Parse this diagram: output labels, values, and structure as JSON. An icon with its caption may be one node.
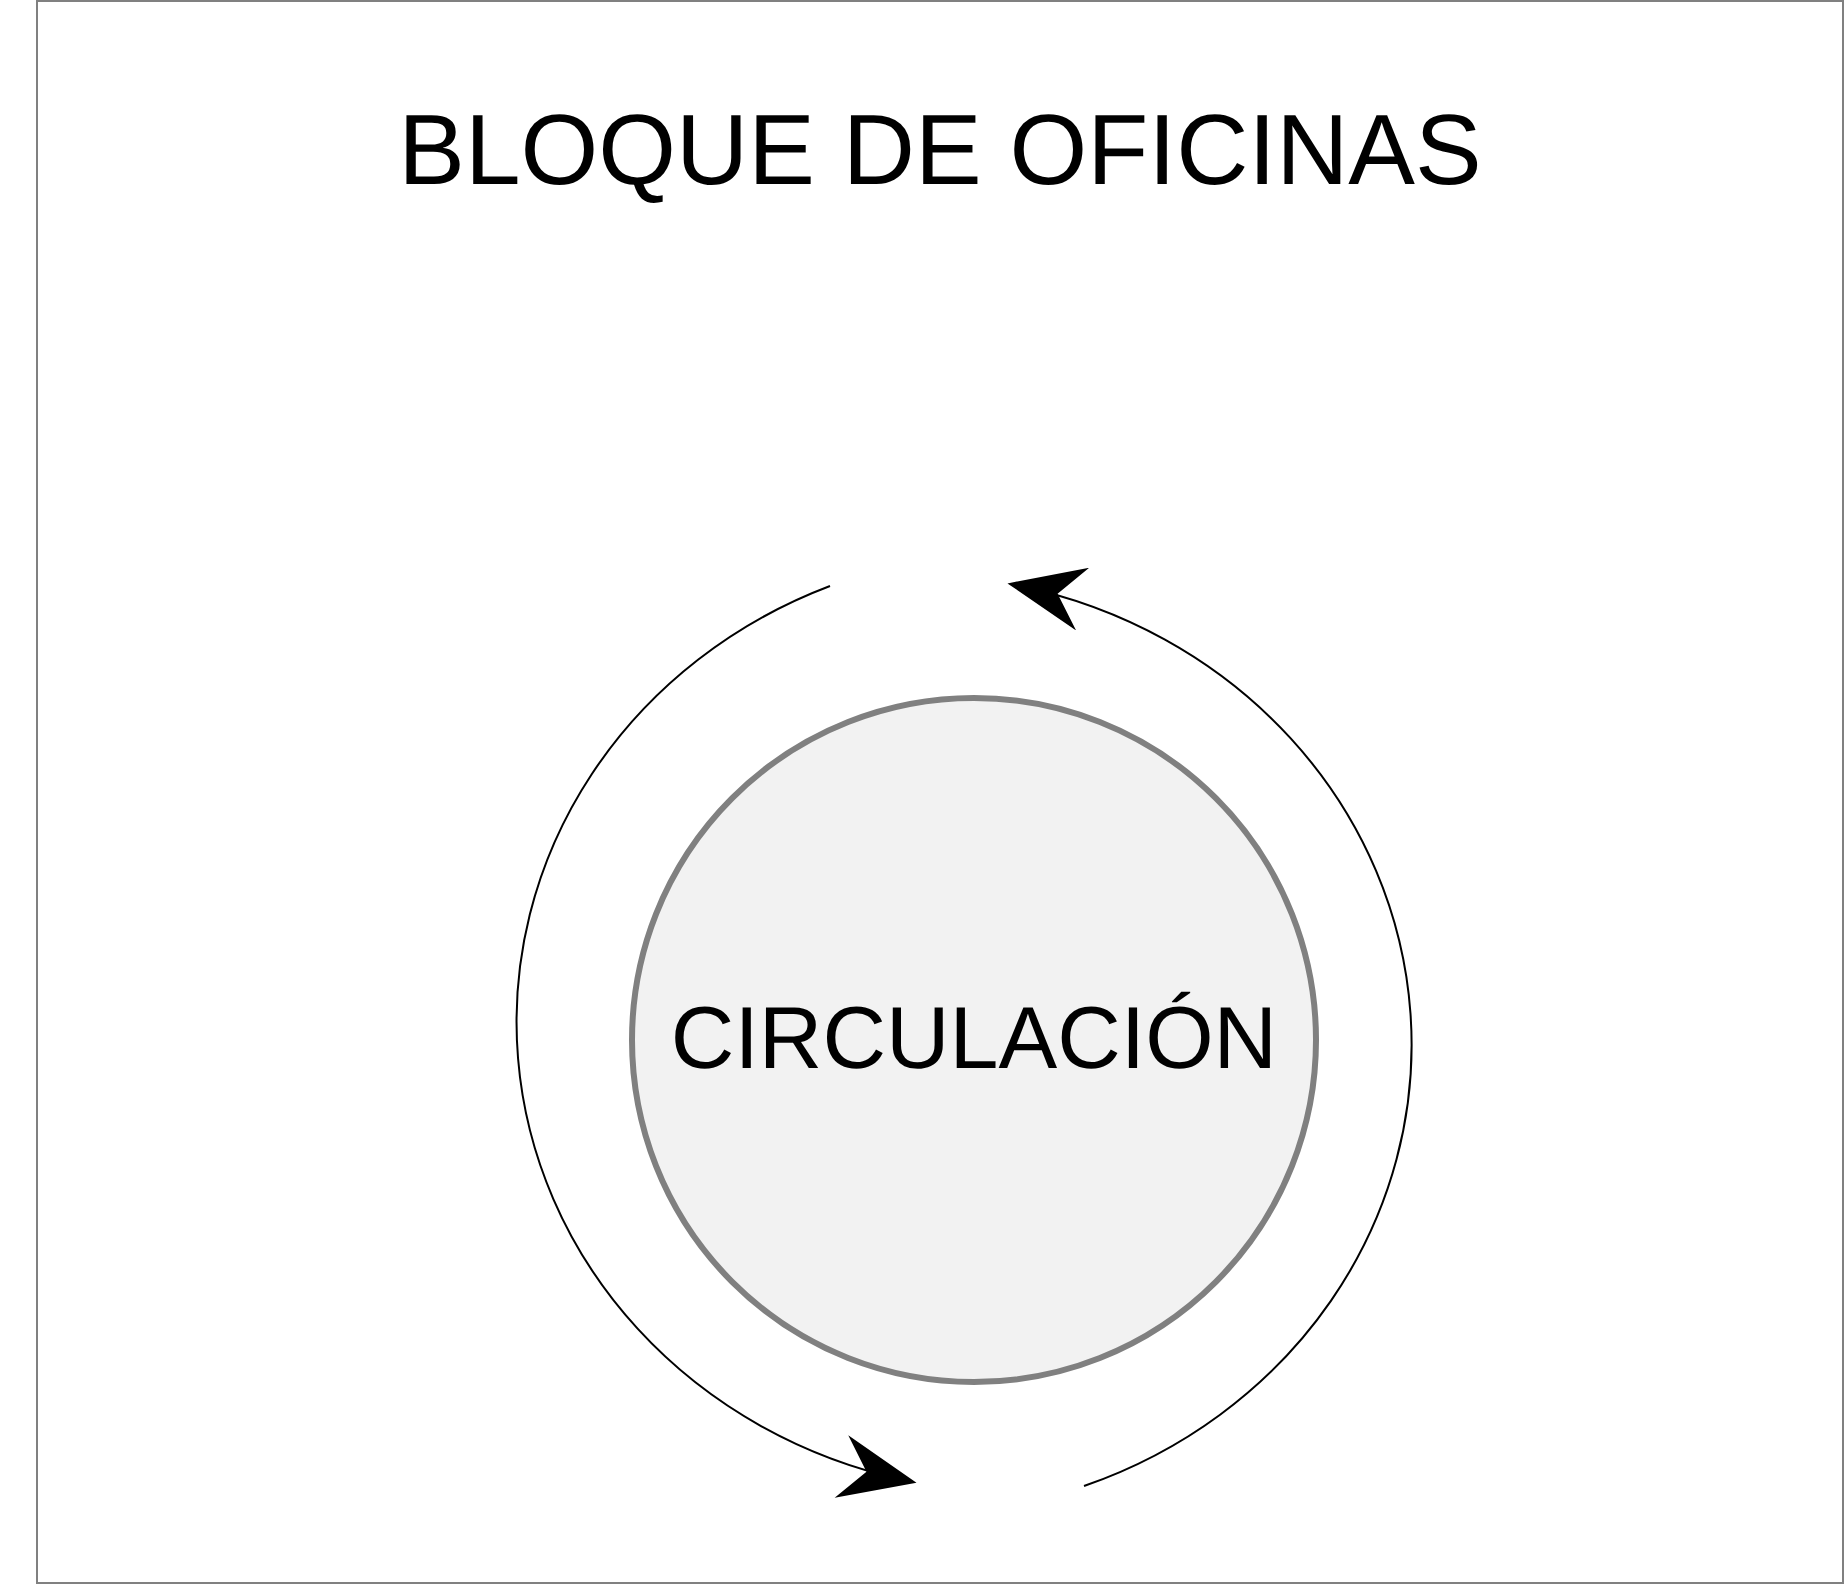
{
  "diagram": {
    "nodes": [
      {
        "text": [
          "BLOQUE DE OFICINAS"
        ]
      },
      {
        "text": [
          "CIRCULACIÓN"
        ],
        "in": 0
      }
    ],
    "edges": []
  }
}
